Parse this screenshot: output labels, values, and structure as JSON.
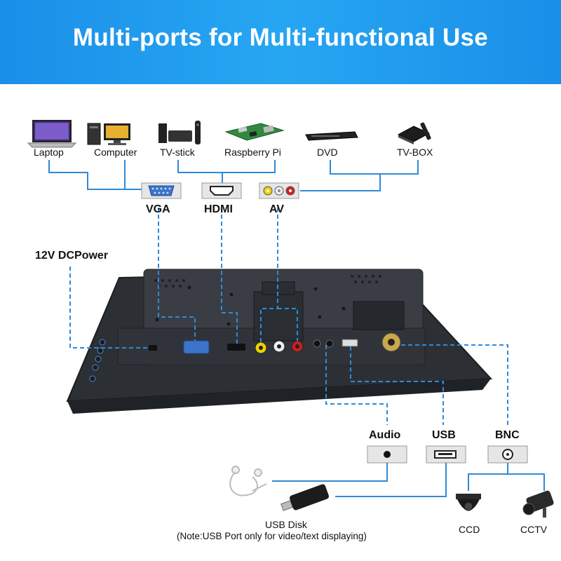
{
  "banner": {
    "title": "Multi-ports for Multi-functional Use"
  },
  "devices": [
    {
      "label": "Laptop",
      "icon": "laptop-icon"
    },
    {
      "label": "Computer",
      "icon": "computer-icon"
    },
    {
      "label": "TV-stick",
      "icon": "tv-stick-icon"
    },
    {
      "label": "Raspberry Pi",
      "icon": "raspberry-pi-icon"
    },
    {
      "label": "DVD",
      "icon": "dvd-player-icon"
    },
    {
      "label": "TV-BOX",
      "icon": "tv-box-icon"
    }
  ],
  "input_ports": [
    {
      "label": "VGA",
      "icon": "vga-port-icon"
    },
    {
      "label": "HDMI",
      "icon": "hdmi-port-icon"
    },
    {
      "label": "AV",
      "icon": "av-port-icon"
    }
  ],
  "power": {
    "label": "12V DCPower"
  },
  "output_ports": [
    {
      "label": "Audio",
      "icon": "audio-jack-icon"
    },
    {
      "label": "USB",
      "icon": "usb-port-icon"
    },
    {
      "label": "BNC",
      "icon": "bnc-port-icon"
    }
  ],
  "peripherals": {
    "earphones": {
      "icon": "earphones-icon"
    },
    "usb_disk": {
      "label": "USB Disk",
      "note": "(Note:USB Port only for video/text displaying)",
      "icon": "usb-disk-icon"
    },
    "ccd": {
      "label": "CCD",
      "icon": "dome-camera-icon"
    },
    "cctv": {
      "label": "CCTV",
      "icon": "bullet-camera-icon"
    }
  },
  "colors": {
    "banner": "#1a8fe8",
    "connector_line": "#2f8ad8",
    "monitor": "#33373d"
  }
}
